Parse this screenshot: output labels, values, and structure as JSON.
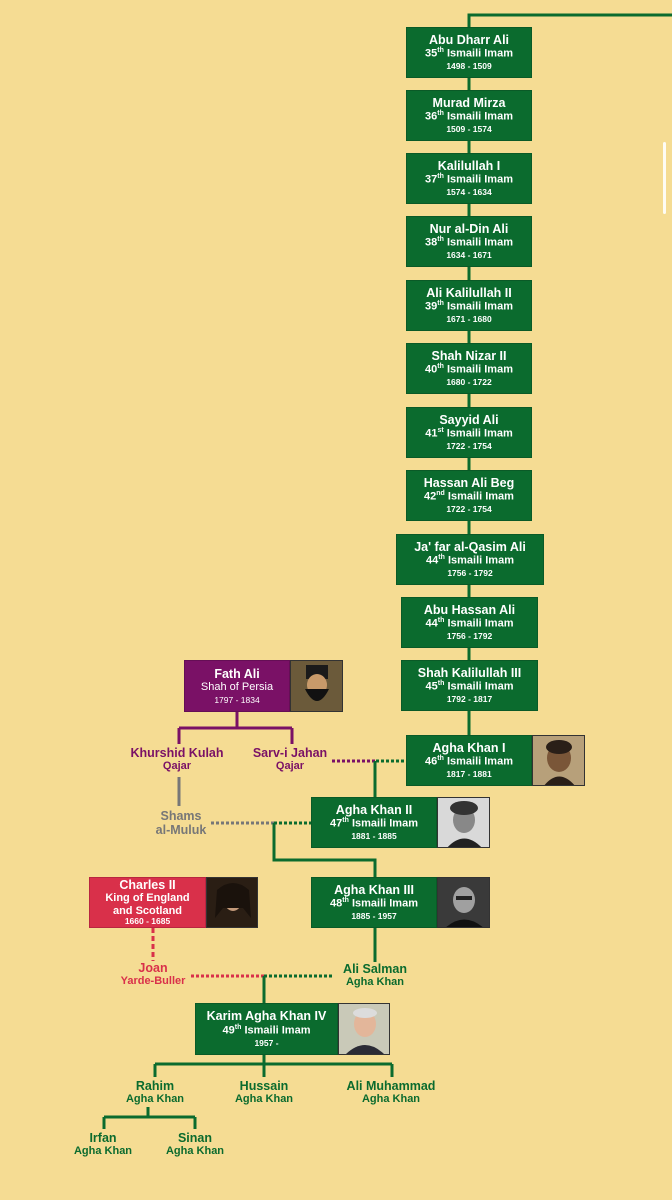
{
  "imams": [
    {
      "name": "Abu Dharr Ali",
      "ordinal": "35",
      "suffix": "th",
      "title": "Ismaili Imam",
      "years": "1498 - 1509"
    },
    {
      "name": "Murad Mirza",
      "ordinal": "36",
      "suffix": "th",
      "title": "Ismaili Imam",
      "years": "1509 - 1574"
    },
    {
      "name": "Kalilullah I",
      "ordinal": "37",
      "suffix": "th",
      "title": "Ismaili Imam",
      "years": "1574 - 1634"
    },
    {
      "name": "Nur al-Din Ali",
      "ordinal": "38",
      "suffix": "th",
      "title": "Ismaili Imam",
      "years": "1634 - 1671"
    },
    {
      "name": "Ali Kalilullah II",
      "ordinal": "39",
      "suffix": "th",
      "title": "Ismaili Imam",
      "years": "1671 - 1680"
    },
    {
      "name": "Shah Nizar II",
      "ordinal": "40",
      "suffix": "th",
      "title": "Ismaili Imam",
      "years": "1680 - 1722"
    },
    {
      "name": "Sayyid Ali",
      "ordinal": "41",
      "suffix": "st",
      "title": "Ismaili Imam",
      "years": "1722 - 1754"
    },
    {
      "name": "Hassan Ali Beg",
      "ordinal": "42",
      "suffix": "nd",
      "title": "Ismaili Imam",
      "years": "1722 - 1754"
    },
    {
      "name": "Ja' far al-Qasim Ali",
      "ordinal": "44",
      "suffix": "th",
      "title": "Ismaili Imam",
      "years": "1756 - 1792"
    },
    {
      "name": "Abu Hassan Ali",
      "ordinal": "44",
      "suffix": "th",
      "title": "Ismaili Imam",
      "years": "1756 - 1792"
    },
    {
      "name": "Shah Kalilullah III",
      "ordinal": "45",
      "suffix": "th",
      "title": "Ismaili Imam",
      "years": "1792 - 1817"
    }
  ],
  "aghaKhans": [
    {
      "name": "Agha Khan I",
      "ordinal": "46",
      "suffix": "th",
      "title": "Ismaili Imam",
      "years": "1817 - 1881"
    },
    {
      "name": "Agha Khan II",
      "ordinal": "47",
      "suffix": "th",
      "title": "Ismaili Imam",
      "years": "1881 - 1885"
    },
    {
      "name": "Agha Khan III",
      "ordinal": "48",
      "suffix": "th",
      "title": "Ismaili Imam",
      "years": "1885 - 1957"
    },
    {
      "name": "Karim Agha Khan IV",
      "ordinal": "49",
      "suffix": "th",
      "title": "Ismaili Imam",
      "years": "1957 -"
    }
  ],
  "persia": {
    "name": "Fath Ali",
    "title": "Shah of Persia",
    "years": "1797 - 1834"
  },
  "charles": {
    "name": "Charles II",
    "line1": "King of England",
    "line2": "and Scotland",
    "years": "1660 - 1685"
  },
  "people": {
    "khurshid": {
      "name": "Khurshid Kulah",
      "sub": "Qajar"
    },
    "sarvi": {
      "name": "Sarv-i Jahan",
      "sub": "Qajar"
    },
    "shams": {
      "line1": "Shams",
      "line2": "al-Muluk"
    },
    "joan": {
      "line1": "Joan",
      "line2": "Yarde-Buller"
    },
    "aliSalman": {
      "name": "Ali Salman",
      "sub": "Agha Khan"
    },
    "rahim": {
      "name": "Rahim",
      "sub": "Agha Khan"
    },
    "hussain": {
      "name": "Hussain",
      "sub": "Agha Khan"
    },
    "aliMuhammad": {
      "name": "Ali Muhammad",
      "sub": "Agha Khan"
    },
    "irfan": {
      "name": "Irfan",
      "sub": "Agha Khan"
    },
    "sinan": {
      "name": "Sinan",
      "sub": "Agha Khan"
    }
  },
  "colors": {
    "imam": "#0b6b2e",
    "persia": "#7a1166",
    "england": "#d9304a",
    "gray": "#777777",
    "background": "#f5dc93"
  }
}
